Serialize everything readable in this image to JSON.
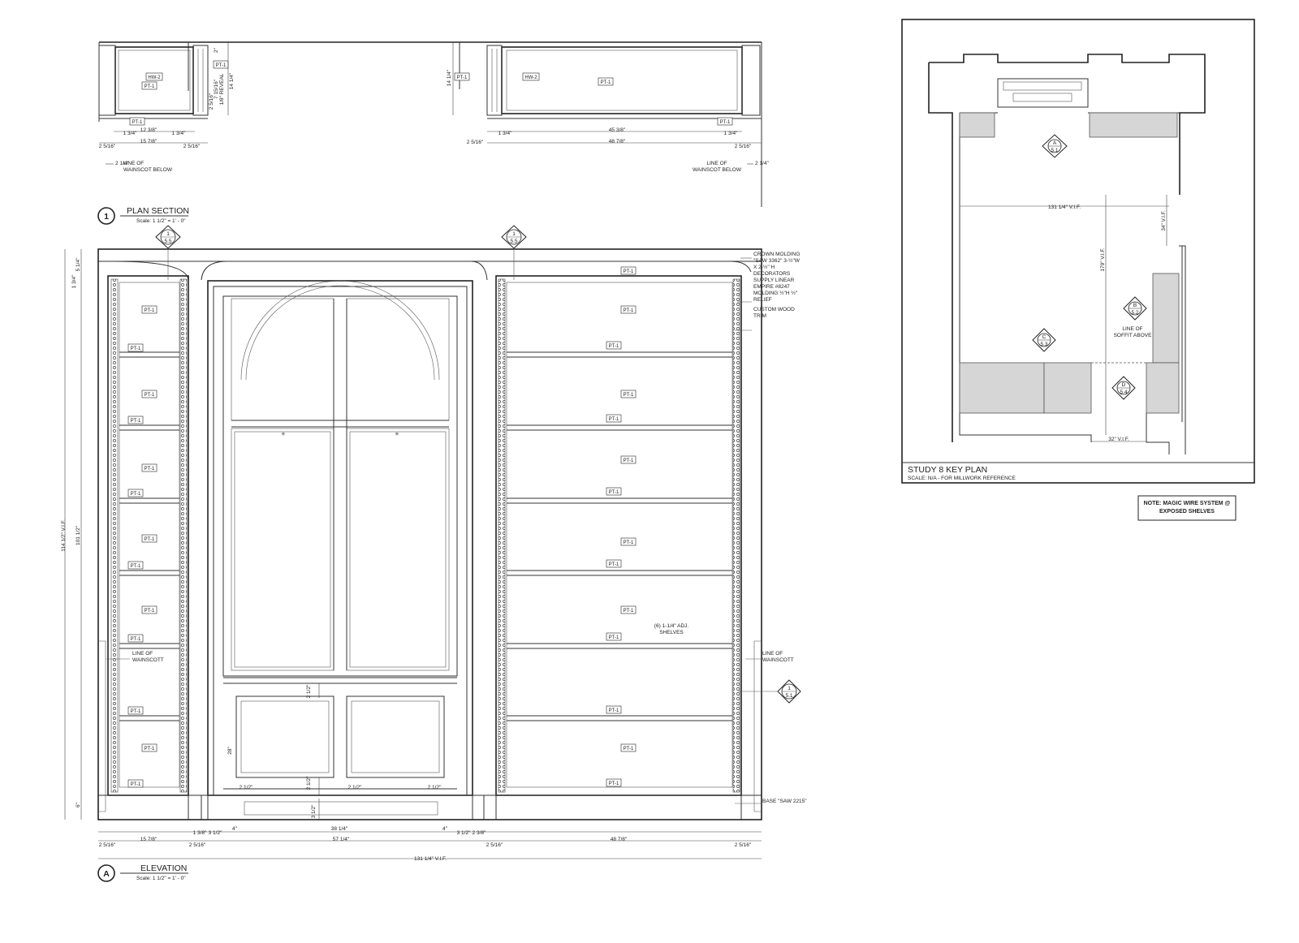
{
  "plan_section": {
    "number": "1",
    "title": "PLAN SECTION",
    "scale": "Scale: 1 1/2\" = 1' - 0\"",
    "tags": {
      "hw": "HW-2",
      "pt": "PT-1"
    },
    "dims": {
      "d_12_3_8": "12 3/8\"",
      "d_1_3_4": "1 3/4\"",
      "d_15_7_8": "15 7/8\"",
      "d_2_5_16": "2 5/16\"",
      "d_2_1_4": "2 1/4\"",
      "d_45_3_8": "45 3/8\"",
      "d_48_7_8": "48 7/8\"",
      "d_14_1_4": "14 1/4\"",
      "d_7_15_16": "7 15/16\"",
      "d_1_8_reveal": "1/8\" REVEAL",
      "d_2": "2\"",
      "d_2_5_16_v": "2 5/16\""
    },
    "wainscot_note": "LINE OF WAINSCOT BELOW"
  },
  "elevation": {
    "letter": "A",
    "title": "ELEVATION",
    "scale": "Scale: 1 1/2\" = 1' - 0\"",
    "section_marks": [
      {
        "top": "1",
        "bottom": "5.5"
      },
      {
        "top": "1",
        "bottom": "5.5"
      },
      {
        "top": "1",
        "bottom": "5.1"
      }
    ],
    "notes": {
      "crown": "CROWN MOLDING \"SAW 3362\" 3-½\"W X 2-½\" H",
      "decorators": "DECORATORS SUPPLY LINEAR EMPIRE #8247 MOLDING ½\"H ½\" RELIEF",
      "custom": "CUSTOM WOOD TRIM",
      "wainscott_left": "LINE OF WAINSCOTT",
      "wainscott_right": "LINE OF WAINSCOTT",
      "shelves": "(6) 1-1/4\" ADJ. SHELVES",
      "base": "BASE \"SAW 2215\""
    },
    "dims": {
      "overall_height": "114 1/2\" V.I.F.",
      "inner_height": "101 1/2\"",
      "top_1": "5 1/4\"",
      "top_2": "1 3/4\"",
      "bottom_6": "6\"",
      "d_28": "28\"",
      "d_2_1_2": "2 1/2\"",
      "d_3_1_2": "3 1/2\"",
      "d_1_3_8": "1 3/8\"",
      "d_2_3_8": "2 3/8\"",
      "d_4": "4\"",
      "d_38_1_4": "38 1/4\"",
      "d_57_1_4": "57 1/4\"",
      "d_15_7_8": "15 7/8\"",
      "d_48_7_8": "48 7/8\"",
      "d_2_5_16": "2 5/16\"",
      "overall_width": "131 1/4\" V.I.F."
    }
  },
  "key_plan": {
    "title": "STUDY 8 KEY PLAN",
    "scale": "SCALE: N/A - FOR MILLWORK REFERENCE",
    "markers": [
      {
        "letter": "A",
        "sheet": "5.1"
      },
      {
        "letter": "B",
        "sheet": "5.2"
      },
      {
        "letter": "C",
        "sheet": "5.3"
      },
      {
        "letter": "D",
        "sheet": "5.4"
      }
    ],
    "dims": {
      "width": "131 1/4\" V.I.F.",
      "depth": "179\" V.I.F.",
      "d_34": "34\" V.I.F.",
      "d_32": "32\" V.I.F."
    },
    "soffit_note": "LINE OF SOFFIT ABOVE"
  },
  "note": {
    "line1": "NOTE: MAGIC WIRE SYSTEM @",
    "line2": "EXPOSED SHELVES"
  }
}
